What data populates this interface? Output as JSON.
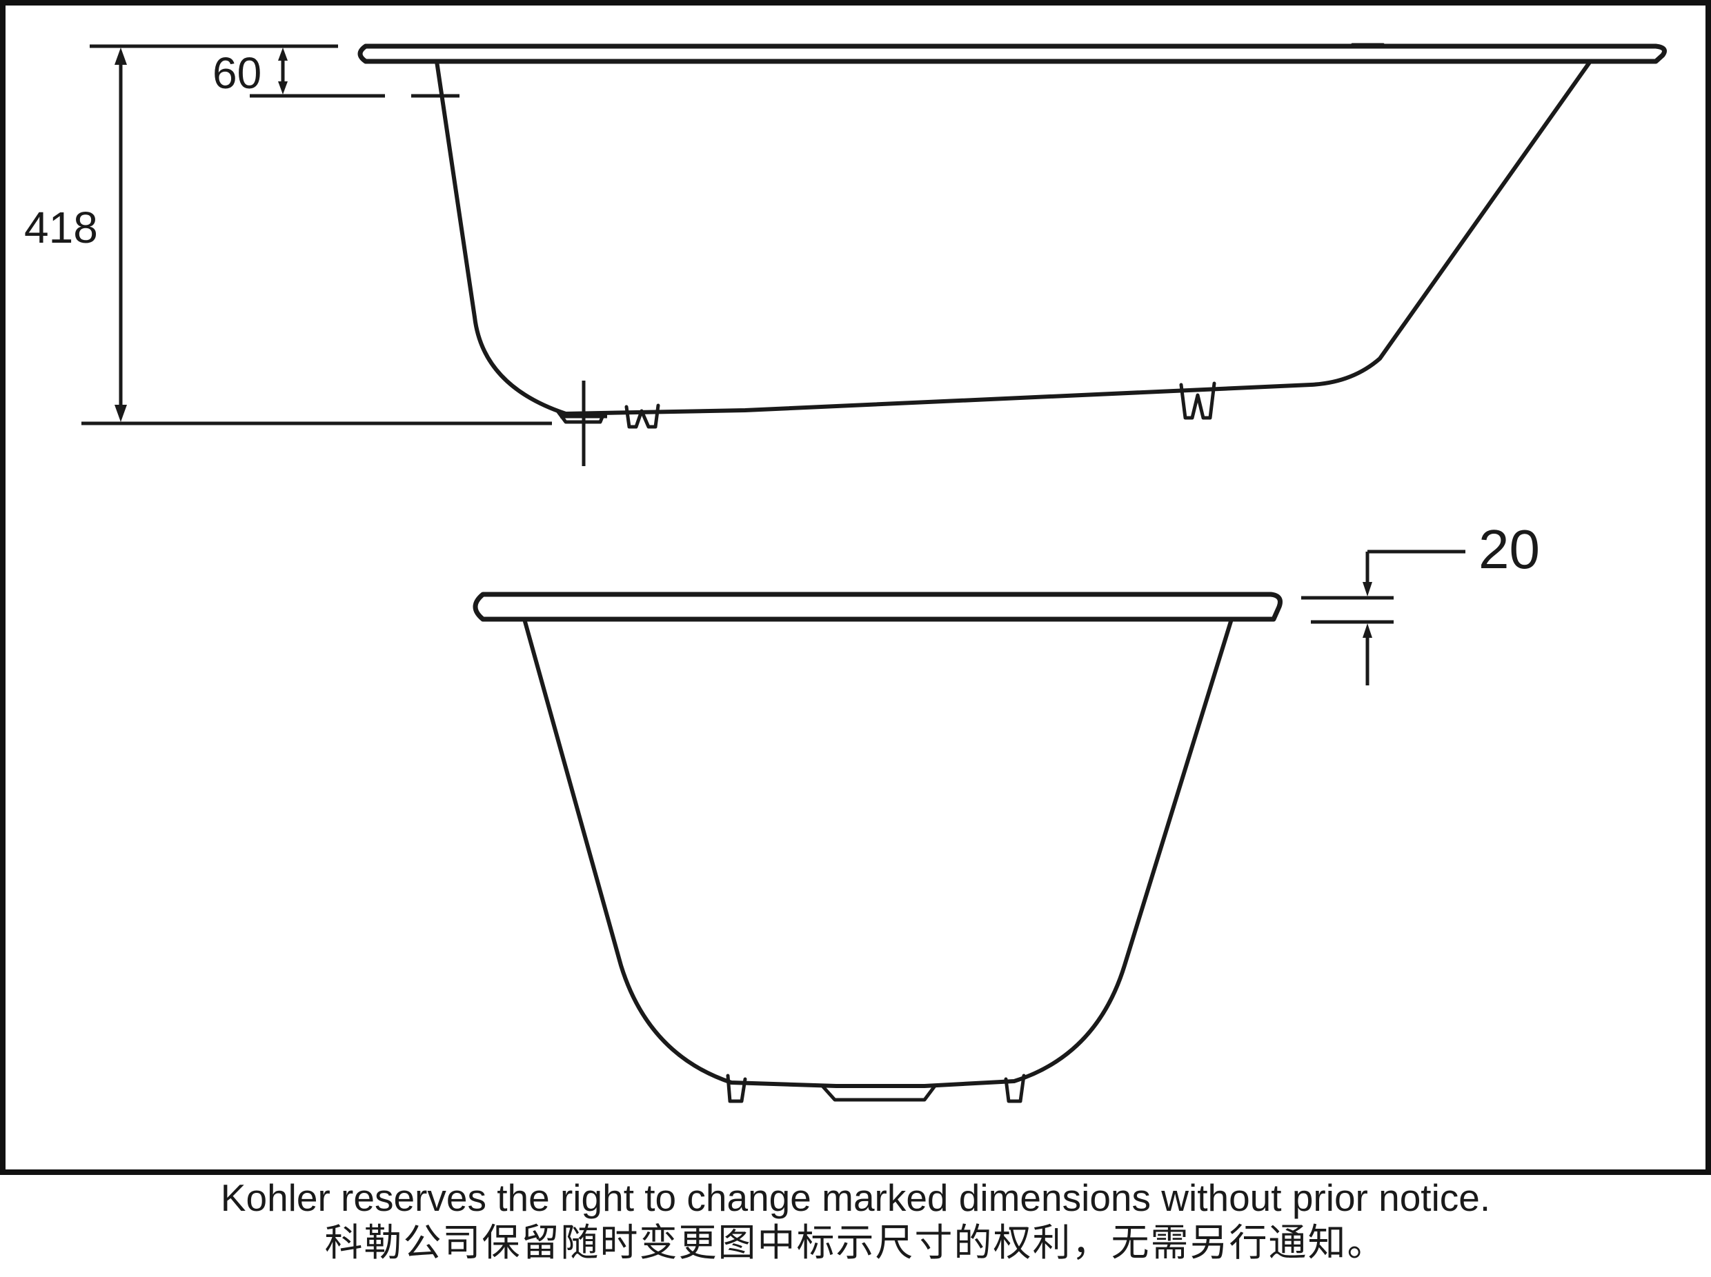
{
  "diagram": {
    "dimensions": {
      "overall_height": "418",
      "rim_to_floor_offset": "60",
      "rim_thickness": "20"
    },
    "views": [
      "side-elevation",
      "end-elevation"
    ]
  },
  "footer": {
    "notice_en": "Kohler reserves the right to change marked dimensions without prior notice.",
    "notice_zh": "科勒公司保留随时变更图中标示尺寸的权利，无需另行通知。"
  }
}
